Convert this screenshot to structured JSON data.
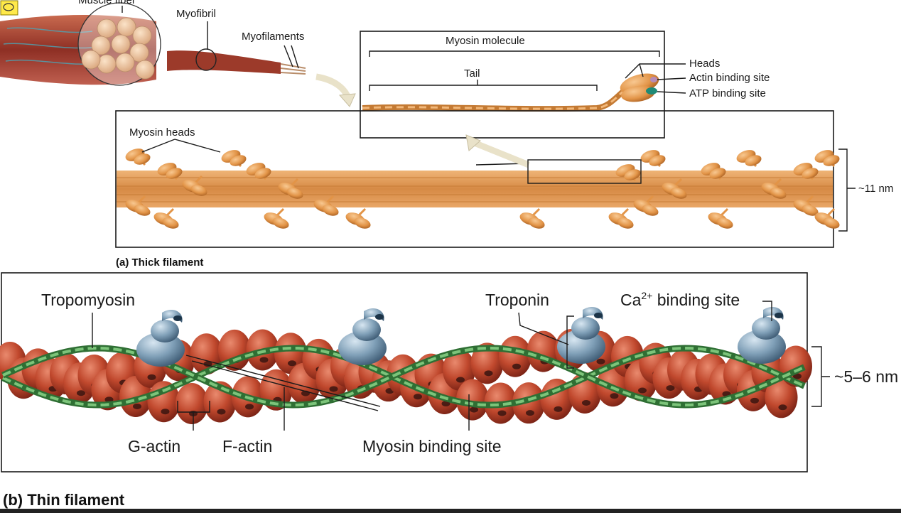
{
  "labels": {
    "muscle_fiber": "Muscle fiber",
    "myofibril": "Myofibril",
    "myofilaments": "Myofilaments",
    "myosin_molecule": "Myosin molecule",
    "tail": "Tail",
    "heads": "Heads",
    "actin_binding_site": "Actin binding site",
    "atp_binding_site": "ATP binding site",
    "myosin_heads": "Myosin heads",
    "thick_diameter": "~11 nm",
    "tropomyosin": "Tropomyosin",
    "troponin": "Troponin",
    "ca_prefix": "Ca",
    "ca_superscript": "2+",
    "ca_suffix": " binding site",
    "g_actin": "G-actin",
    "f_actin": "F-actin",
    "myosin_binding_site": "Myosin binding site",
    "thin_diameter": "~5–6 nm"
  },
  "captions": {
    "thick": "(a) Thick filament",
    "thin": "(b) Thin filament"
  },
  "colors": {
    "myosin": "#e29447",
    "myosin_dark": "#b4692a",
    "actin": "#c0482d",
    "actin_dark": "#7c2416",
    "tropomyosin": "#4f9c4f",
    "troponin": "#7f9fb7",
    "atp_site": "#1f8a76"
  }
}
